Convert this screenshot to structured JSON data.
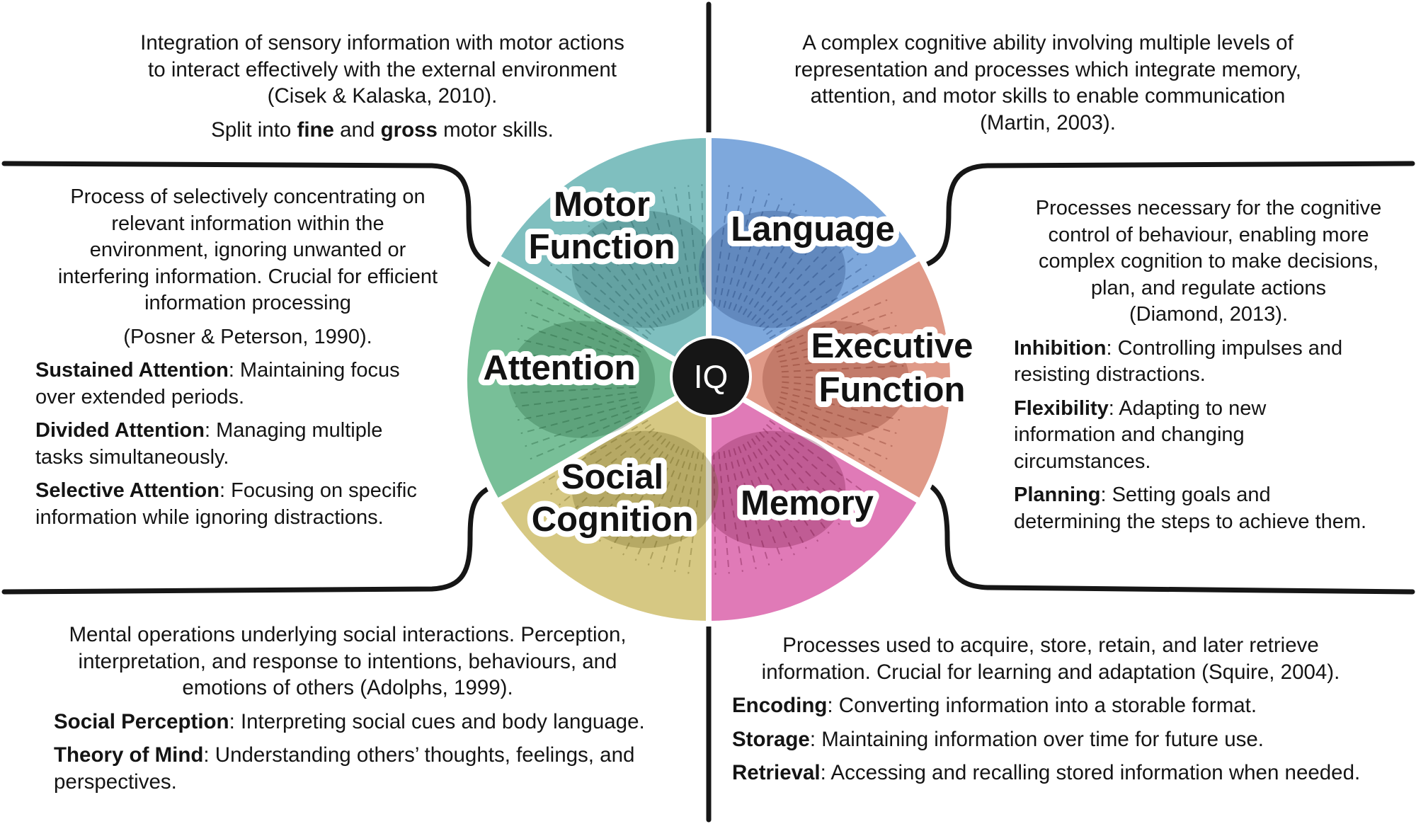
{
  "diagram": {
    "center_label": "IQ",
    "segments": [
      {
        "key": "motor",
        "label_lines": [
          "Motor",
          "Function"
        ],
        "color": "#7fbfbf",
        "ink": "#1f5656"
      },
      {
        "key": "language",
        "label_lines": [
          "Language"
        ],
        "color": "#7ea8dc",
        "ink": "#1a3a72"
      },
      {
        "key": "executive",
        "label_lines": [
          "Executive",
          "Function"
        ],
        "color": "#e09a88",
        "ink": "#7a2a1c"
      },
      {
        "key": "memory",
        "label_lines": [
          "Memory"
        ],
        "color": "#e07ab7",
        "ink": "#6e0f3a"
      },
      {
        "key": "social",
        "label_lines": [
          "Social",
          "Cognition"
        ],
        "color": "#d6c883",
        "ink": "#665a18"
      },
      {
        "key": "attention",
        "label_lines": [
          "Attention"
        ],
        "color": "#78bf98",
        "ink": "#1e5a35"
      }
    ]
  },
  "descriptions": {
    "motor": {
      "summary_lines": [
        "Integration of sensory information with motor actions",
        "to interact effectively with the external environment",
        "(Cisek & Kalaska, 2010)."
      ],
      "note_parts": [
        {
          "text": "Split into ",
          "bold": false
        },
        {
          "text": "fine",
          "bold": true
        },
        {
          "text": " and ",
          "bold": false
        },
        {
          "text": "gross",
          "bold": true
        },
        {
          "text": " motor skills.",
          "bold": false
        }
      ]
    },
    "language": {
      "summary_lines": [
        "A complex cognitive ability involving multiple levels of",
        "representation and processes which integrate memory,",
        "attention, and motor skills to enable communication",
        "(Martin, 2003)."
      ]
    },
    "attention": {
      "summary_lines": [
        "Process of selectively concentrating on",
        "relevant information within the",
        "environment, ignoring unwanted or",
        "interfering information. Crucial for efficient",
        "information processing"
      ],
      "citation": "(Posner & Peterson, 1990).",
      "items": [
        {
          "term": "Sustained Attention",
          "definition_lines": [
            ": Maintaining focus",
            "over extended periods."
          ]
        },
        {
          "term": "Divided Attention",
          "definition_lines": [
            ": Managing multiple",
            "tasks simultaneously."
          ]
        },
        {
          "term": "Selective Attention",
          "definition_lines": [
            ": Focusing on specific",
            "information while ignoring distractions."
          ]
        }
      ]
    },
    "executive": {
      "summary_lines": [
        "Processes necessary for the cognitive",
        "control of behaviour, enabling more",
        "complex cognition to make decisions,",
        "plan, and regulate actions",
        "(Diamond, 2013)."
      ],
      "items": [
        {
          "term": "Inhibition",
          "definition_lines": [
            ": Controlling impulses and",
            "resisting distractions."
          ]
        },
        {
          "term": "Flexibility",
          "definition_lines": [
            ": Adapting to new",
            "information and changing",
            "circumstances."
          ]
        },
        {
          "term": "Planning",
          "definition_lines": [
            ": Setting goals and",
            "determining the steps to achieve them."
          ]
        }
      ]
    },
    "social": {
      "summary_lines": [
        "Mental operations underlying social interactions. Perception,",
        "interpretation, and response to intentions, behaviours, and",
        "emotions of others (Adolphs, 1999)."
      ],
      "items": [
        {
          "term": "Social Perception",
          "definition_lines": [
            ": Interpreting social cues and body language."
          ]
        },
        {
          "term": "Theory of Mind",
          "definition_lines": [
            ": Understanding others’ thoughts, feelings, and",
            "perspectives."
          ]
        }
      ]
    },
    "memory": {
      "summary_lines": [
        "Processes used to acquire, store, retain, and later retrieve",
        "information. Crucial for learning and adaptation (Squire, 2004)."
      ],
      "items": [
        {
          "term": "Encoding",
          "definition_lines": [
            ": Converting information into a storable format."
          ]
        },
        {
          "term": "Storage",
          "definition_lines": [
            ": Maintaining information over time for future use."
          ]
        },
        {
          "term": "Retrieval",
          "definition_lines": [
            ": Accessing and recalling stored information when needed."
          ]
        }
      ]
    }
  }
}
